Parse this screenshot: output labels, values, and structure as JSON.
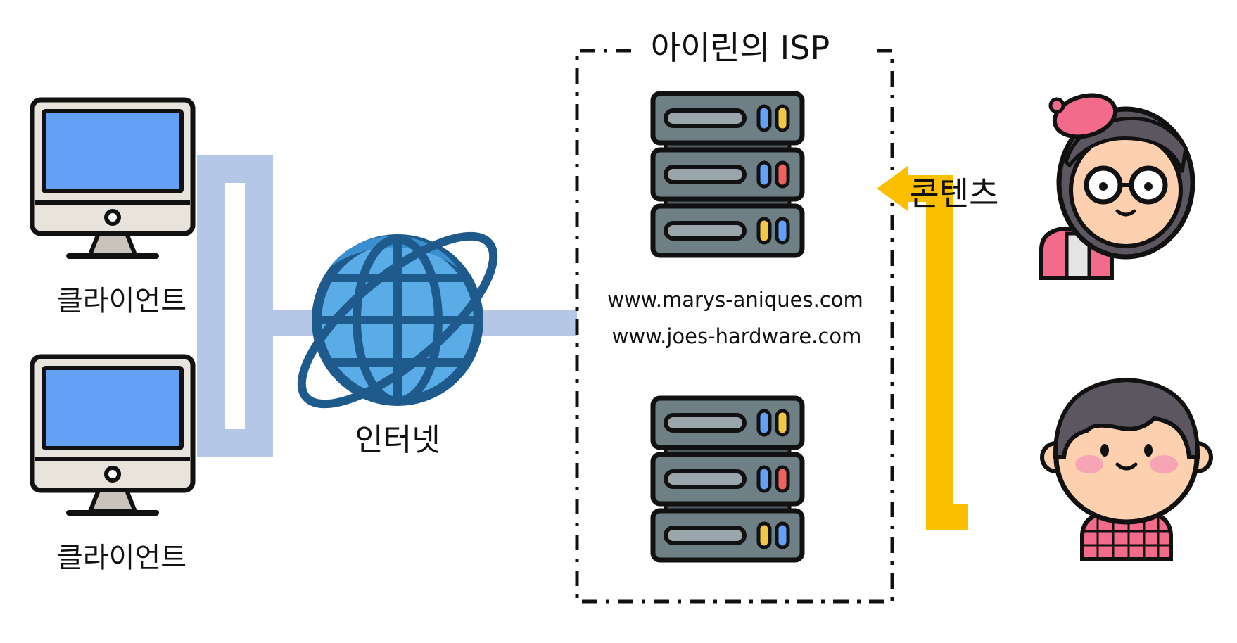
{
  "clients": [
    {
      "label": "클라이언트",
      "icon": "desktop-monitor-icon"
    },
    {
      "label": "클라이언트",
      "icon": "desktop-monitor-icon"
    }
  ],
  "internet": {
    "label": "인터넷",
    "icon": "globe-icon"
  },
  "isp": {
    "title": "아이린의 ISP",
    "sites": [
      "www.marys-aniques.com",
      "www.joes-hardware.com"
    ],
    "servers": [
      "server-rack-icon",
      "server-rack-icon"
    ]
  },
  "content_flow": {
    "label": "콘텐츠",
    "color": "#fbbf00"
  },
  "people": [
    {
      "icon": "girl-with-glasses-icon"
    },
    {
      "icon": "boy-avatar-icon"
    }
  ],
  "colors": {
    "connector": "#b4c7e7",
    "screen": "#64a0f8",
    "globe": "#5aace6",
    "globe_outline": "#1f5a8c",
    "server": "#6e7f86",
    "outline": "#111111"
  }
}
